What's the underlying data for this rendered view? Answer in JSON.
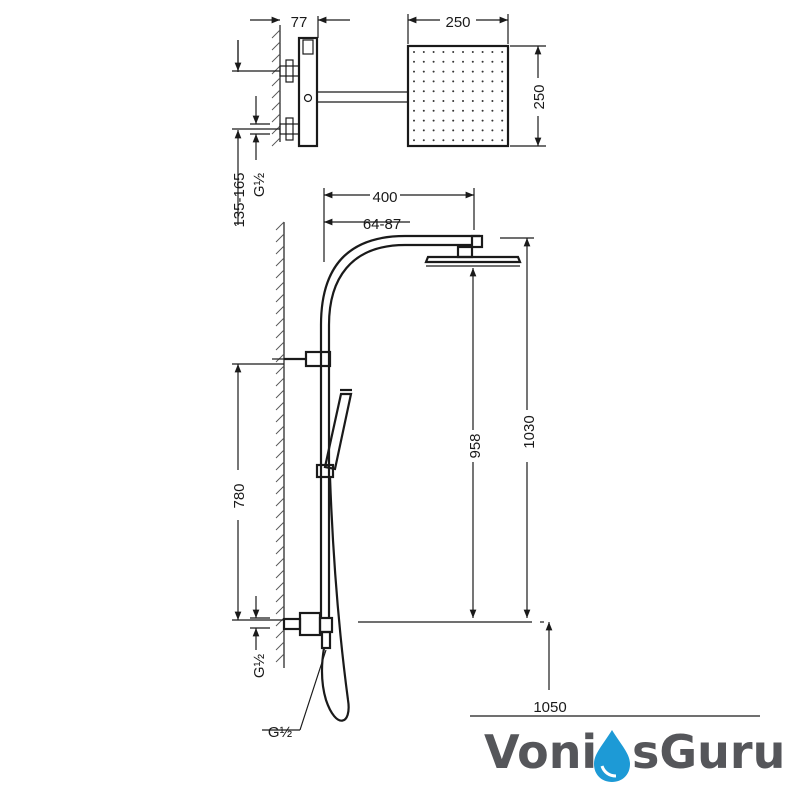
{
  "dimensions": {
    "bar_depth": "77",
    "head_width": "250",
    "head_depth": "250",
    "inlet_thread_top": "G½",
    "inlet_spacing": "135-165",
    "arm_reach": "400",
    "arm_adjust": "64-87",
    "head_height": "958",
    "total_height": "1030",
    "bracket_spacing": "780",
    "inlet_thread_bottom": "G½",
    "hose_thread": "G½",
    "install_height": "1050"
  },
  "logo": {
    "part1": "Voni",
    "part2": "sGuru",
    "primary_color": "#55565a",
    "drop_color": "#1d9ad6"
  },
  "colors": {
    "line": "#1a1a1a",
    "hatch": "#555555"
  }
}
